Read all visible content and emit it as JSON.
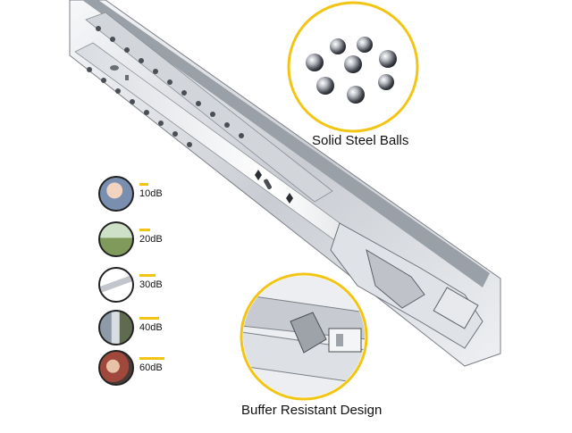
{
  "captions": {
    "steel_balls": "Solid Steel Balls",
    "buffer": "Buffer Resistant Design"
  },
  "noise_levels": [
    {
      "label": "10dB",
      "level": 0.1,
      "icon": "sleeping-baby-photo"
    },
    {
      "label": "20dB",
      "level": 0.2,
      "icon": "woman-in-field-photo"
    },
    {
      "label": "30dB",
      "level": 0.3,
      "icon": "slide-mechanism-photo"
    },
    {
      "label": "40dB",
      "level": 0.4,
      "icon": "street-photo"
    },
    {
      "label": "60dB",
      "level": 0.6,
      "icon": "people-talking-photo"
    }
  ],
  "colors": {
    "accent": "#f2c515",
    "metal_light": "#e9ebee",
    "metal_dark": "#8a8f96"
  }
}
